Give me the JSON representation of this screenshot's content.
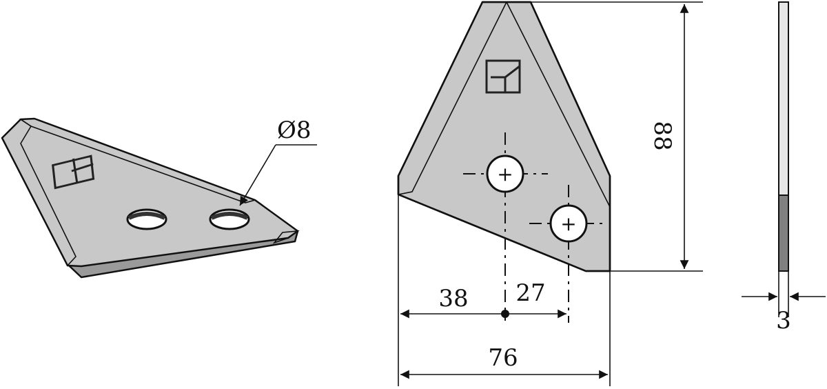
{
  "colors": {
    "blade_fill": "#c8c8c8",
    "bevel_fill": "#e6e6e6",
    "edge_fill": "#9a9a9a",
    "line": "#111111",
    "hole_fill": "#ffffff",
    "side_dark": "#808080"
  },
  "icons": {
    "logo": "logo-square-mark-icon",
    "hole_center": "plus-icon"
  },
  "dimensions": {
    "hole_diameter": "Ø8",
    "height": "88",
    "hole1_offset": "38",
    "hole_spacing": "27",
    "width": "76",
    "thickness": "3"
  }
}
